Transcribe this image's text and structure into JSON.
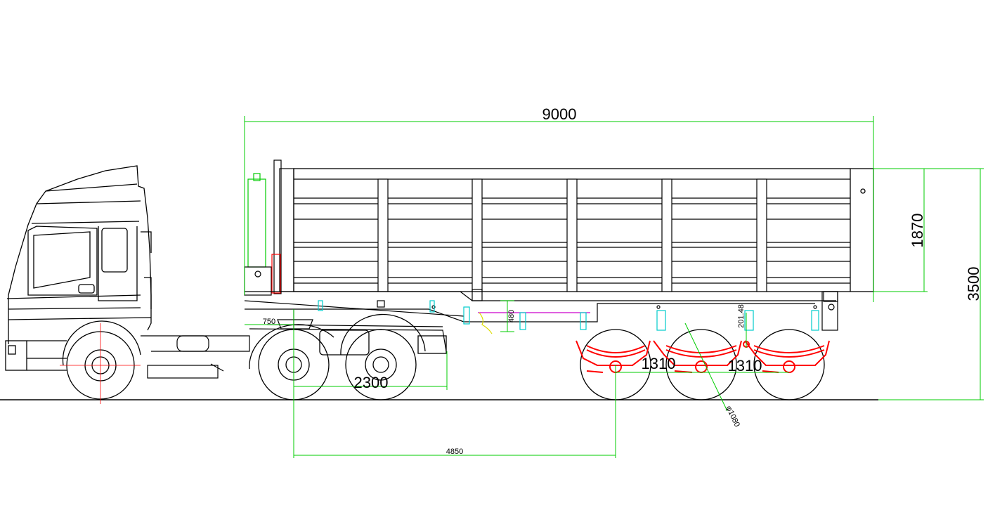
{
  "dimensions": {
    "overall_length": "9000",
    "body_height": "1870",
    "overall_height": "3500",
    "kingpin_offset": "750",
    "frame_drop": "480",
    "tractor_wheelbase": "2300",
    "kingpin_to_axle": "4850",
    "axle_spacing_1": "1310",
    "axle_spacing_2": "1310",
    "wheel_diameter": "φ1080",
    "spring_dim": "201.48"
  },
  "colors": {
    "outline": "#000000",
    "dimension": "#00cc00",
    "suspension": "#ff0000",
    "hidden": "#00cccc",
    "hydraulic": "#cc00cc",
    "cable": "#dddd00"
  }
}
